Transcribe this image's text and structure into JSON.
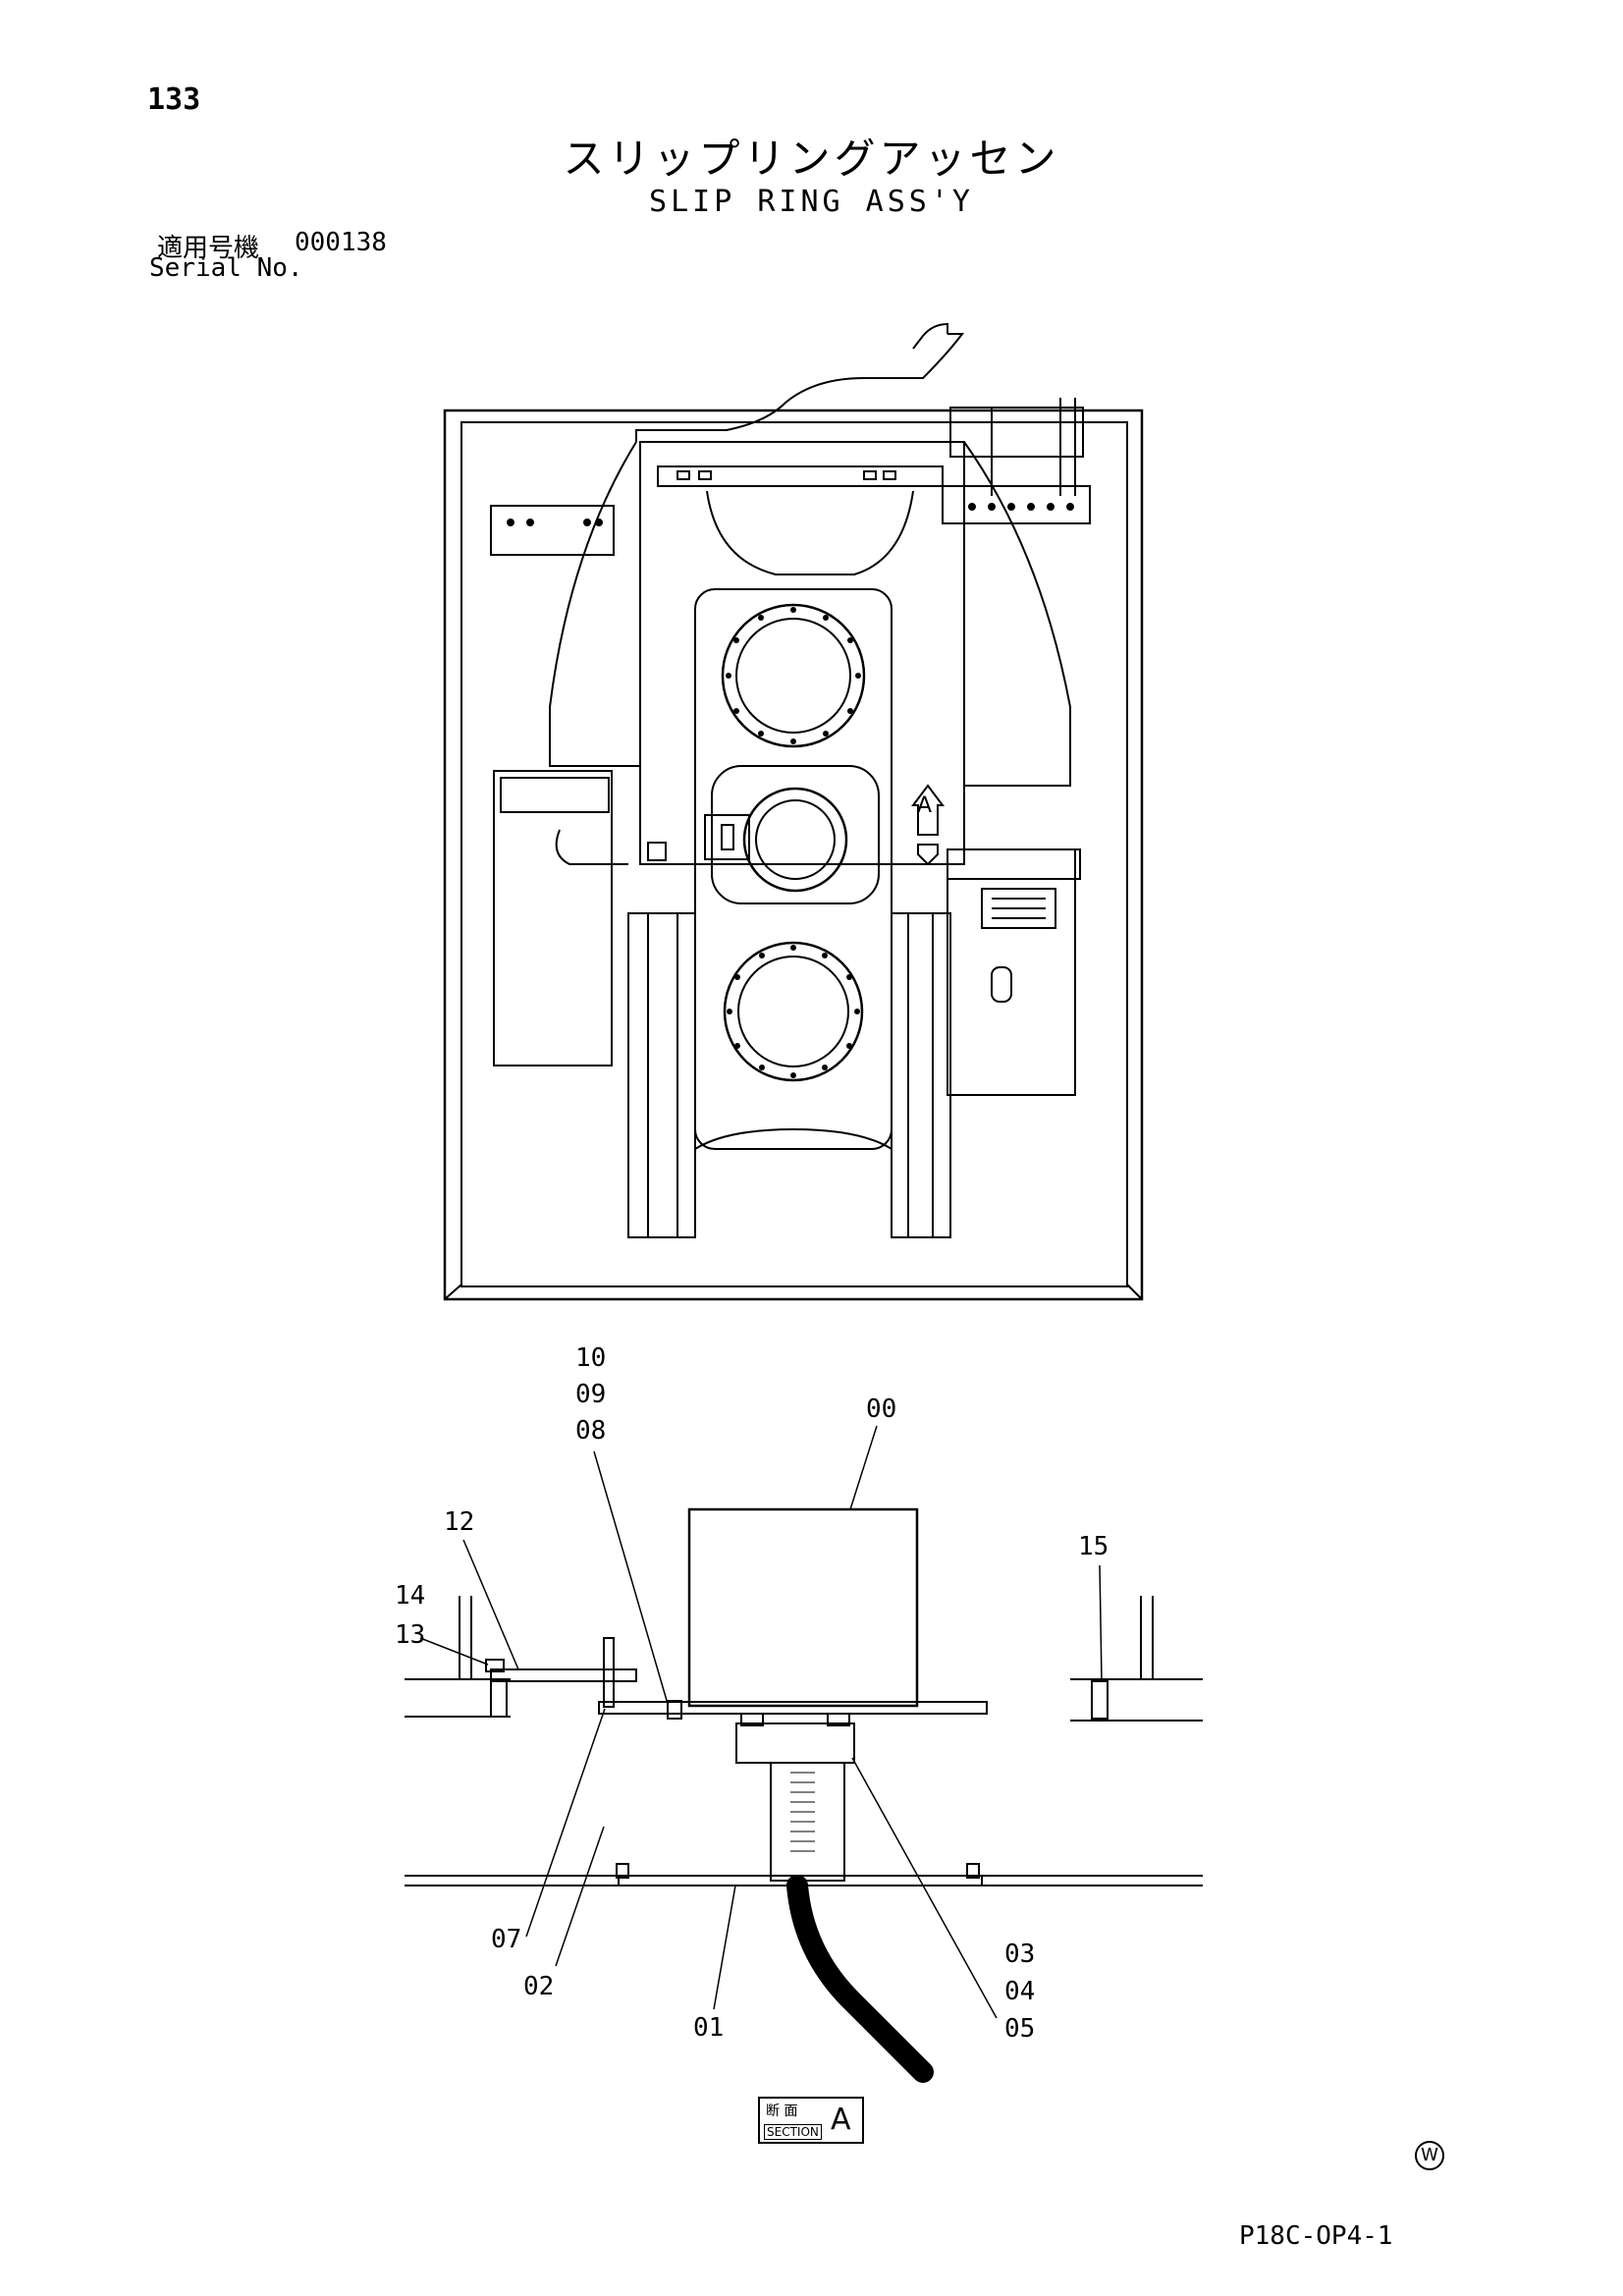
{
  "page_number": "133",
  "title_jp": "スリップリングアッセン",
  "title_en": "SLIP RING ASS'Y",
  "serial_label_jp": "適用号機",
  "serial_label_en": "Serial No.",
  "serial_value": "000138",
  "doc_code": "P18C-OP4-1",
  "section_tag": {
    "jp": "断 面",
    "en": "SECTION",
    "letter": "A"
  },
  "view_marker": "A",
  "w_mark": "W",
  "callouts": {
    "c10": "10",
    "c09": "09",
    "c08": "08",
    "c00": "00",
    "c12": "12",
    "c14": "14",
    "c13": "13",
    "c15": "15",
    "c07": "07",
    "c02": "02",
    "c01": "01",
    "c03": "03",
    "c04": "04",
    "c05": "05"
  }
}
